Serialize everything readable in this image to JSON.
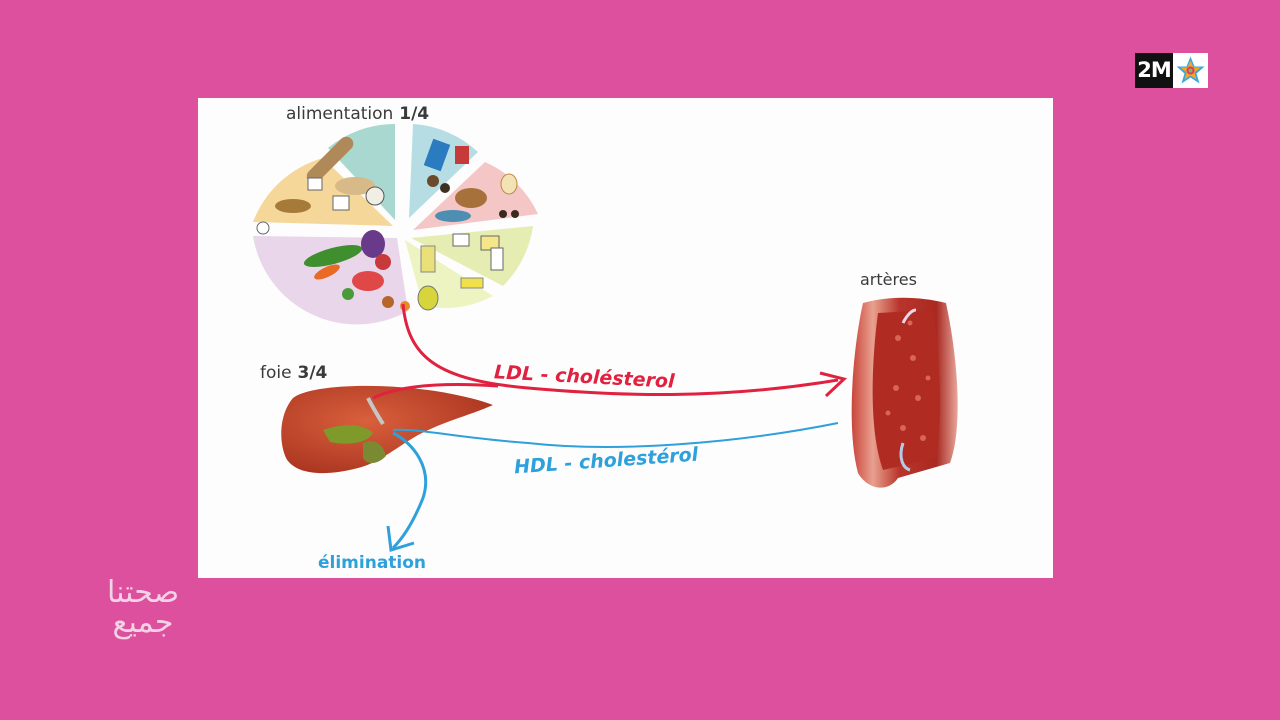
{
  "channel": {
    "logo_text": "2M"
  },
  "show": {
    "title_line1": "صحتنا",
    "title_line2": "جميع"
  },
  "diagram": {
    "food_label": "alimentation",
    "food_share": "1/4",
    "liver_label": "foie",
    "liver_share": "3/4",
    "artery_label": "artères",
    "ldl_label": "LDL - cholésterol",
    "hdl_label": "HDL - cholestérol",
    "elimination_label": "élimination"
  },
  "colors": {
    "background": "#dc509e",
    "ldl": "#e0213f",
    "hdl": "#2ea0dc"
  }
}
